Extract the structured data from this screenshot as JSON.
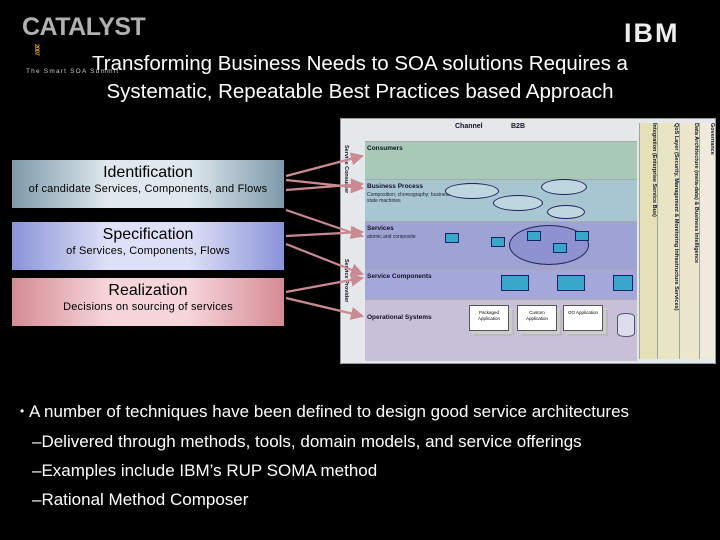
{
  "header": {
    "logo_word": "CATALYST",
    "logo_year": "2007",
    "logo_tagline": "The Smart SOA Summit",
    "brand": "IBM",
    "title_line1": "Transforming Business Needs to SOA solutions Requires a",
    "title_line2": "Systematic, Repeatable Best Practices based Approach"
  },
  "phases": [
    {
      "title": "Identification",
      "subtitle": "of candidate Services, Components, and Flows"
    },
    {
      "title": "Specification",
      "subtitle": "of Services, Components, Flows"
    },
    {
      "title": "Realization",
      "subtitle": "Decisions on sourcing of services"
    }
  ],
  "diagram": {
    "side_consumer": "Service Consumer",
    "side_provider": "Service Provider",
    "tab_channel": "Channel",
    "tab_b2b": "B2B",
    "layers": [
      {
        "label": "Consumers",
        "sub": ""
      },
      {
        "label": "Business Process",
        "sub": "Composition; choreography; business state machines"
      },
      {
        "label": "Services",
        "sub": "atomic and composite"
      },
      {
        "label": "Service Components",
        "sub": ""
      },
      {
        "label": "Operational Systems",
        "sub": ""
      }
    ],
    "apps": [
      "Packaged Application",
      "Custom Application",
      "OO Application"
    ],
    "columns": [
      "Integration (Enterprise Service Bus)",
      "QoS Layer (Security, Management & Monitoring Infrastructure Services)",
      "Data Architecture (meta-data) & Business Intelligence",
      "Governance"
    ]
  },
  "bullets": {
    "main": "A number of techniques have been defined to design good service architectures",
    "subs": [
      "–Delivered through methods, tools, domain models, and service offerings",
      "–Examples include IBM’s RUP SOMA method",
      "–Rational Method Composer"
    ]
  },
  "colors": {
    "background": "#000000",
    "identification": "#dfe8ee",
    "specification": "#dde0f6",
    "realization": "#f5d5da",
    "arrows": "#c98a92",
    "logo_accent": "#e8a21c"
  }
}
